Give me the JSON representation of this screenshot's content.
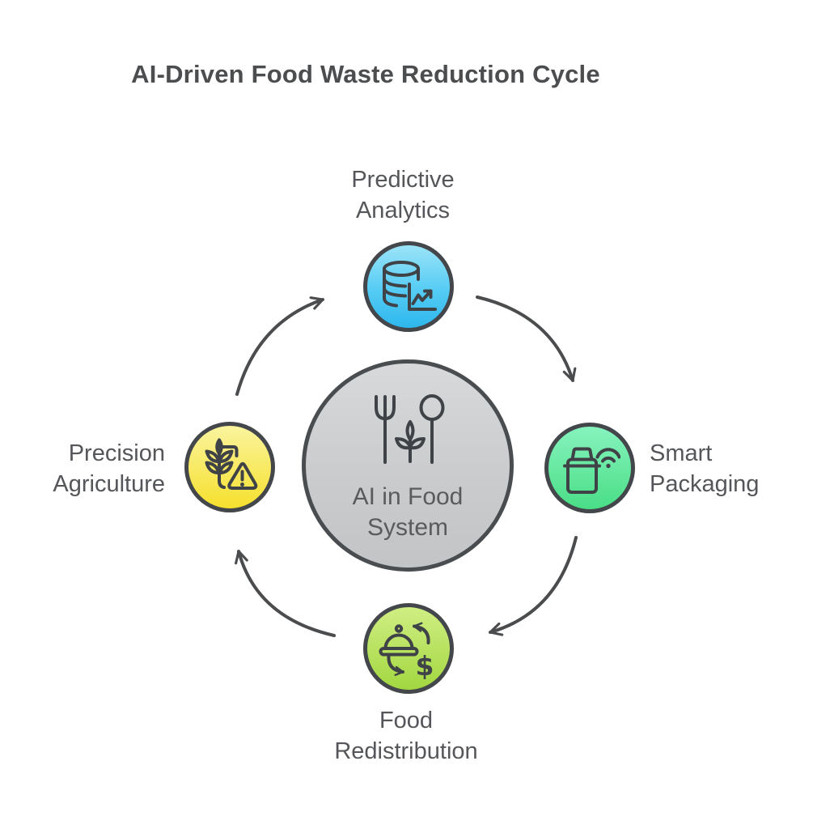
{
  "title": "AI-Driven Food Waste Reduction Cycle",
  "background": "#ffffff",
  "text_color": "#545659",
  "title_color": "#4b4d4f",
  "outline_color": "#43464a",
  "arrow_color": "#4a4c4e",
  "center": {
    "label": "AI in Food System",
    "label_lines": [
      "AI in Food",
      "System"
    ],
    "icon": "fork-plant-spoon-icon",
    "fill_top": "#d8d9da",
    "fill_bottom": "#c3c4c5",
    "border_color": "#4a4d50"
  },
  "nodes": [
    {
      "id": "predictive-analytics",
      "position": "top",
      "label": "Predictive Analytics",
      "label_lines": [
        "Predictive",
        "Analytics"
      ],
      "icon": "database-trend-chart-icon",
      "fill_top": "#9be4f8",
      "fill_bottom": "#2db7ee"
    },
    {
      "id": "smart-packaging",
      "position": "right",
      "label": "Smart Packaging",
      "label_lines": [
        "Smart",
        "Packaging"
      ],
      "icon": "package-wifi-icon",
      "fill_top": "#87f3be",
      "fill_bottom": "#49de86"
    },
    {
      "id": "food-redistribution",
      "position": "bottom",
      "label": "Food Redistribution",
      "label_lines": [
        "Food",
        "Redistribution"
      ],
      "icon": "food-dome-exchange-dollar-icon",
      "dollar_glyph": "$",
      "fill_top": "#d0ee83",
      "fill_bottom": "#a2d740"
    },
    {
      "id": "precision-agriculture",
      "position": "left",
      "label": "Precision Agriculture",
      "label_lines": [
        "Precision",
        "Agriculture"
      ],
      "icon": "wheat-warning-icon",
      "fill_top": "#fbf49e",
      "fill_bottom": "#f5e02d"
    }
  ],
  "cycle": {
    "direction": "clockwise",
    "edges": [
      {
        "from": "precision-agriculture",
        "to": "predictive-analytics"
      },
      {
        "from": "predictive-analytics",
        "to": "smart-packaging"
      },
      {
        "from": "smart-packaging",
        "to": "food-redistribution"
      },
      {
        "from": "food-redistribution",
        "to": "precision-agriculture"
      }
    ]
  }
}
